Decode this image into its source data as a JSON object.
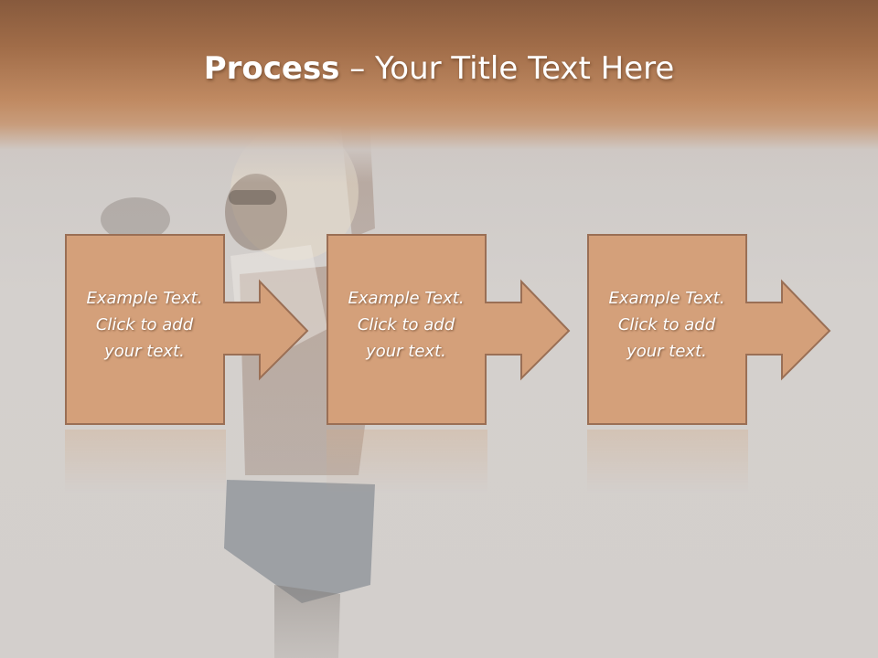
{
  "slide": {
    "title_bold": "Process",
    "title_rest": " – Your Title Text Here"
  },
  "steps": [
    {
      "line1": "Example Text.",
      "line2": "Click  to add",
      "line3": "your text."
    },
    {
      "line1": "Example Text.",
      "line2": "Click  to add",
      "line3": "your text."
    },
    {
      "line1": "Example Text.",
      "line2": "Click  to add",
      "line3": "your text."
    }
  ],
  "colors": {
    "box_fill": "#d4a07a",
    "box_stroke": "#9a6f55",
    "title_band": "#b07a53",
    "background": "#cfcbc8"
  }
}
